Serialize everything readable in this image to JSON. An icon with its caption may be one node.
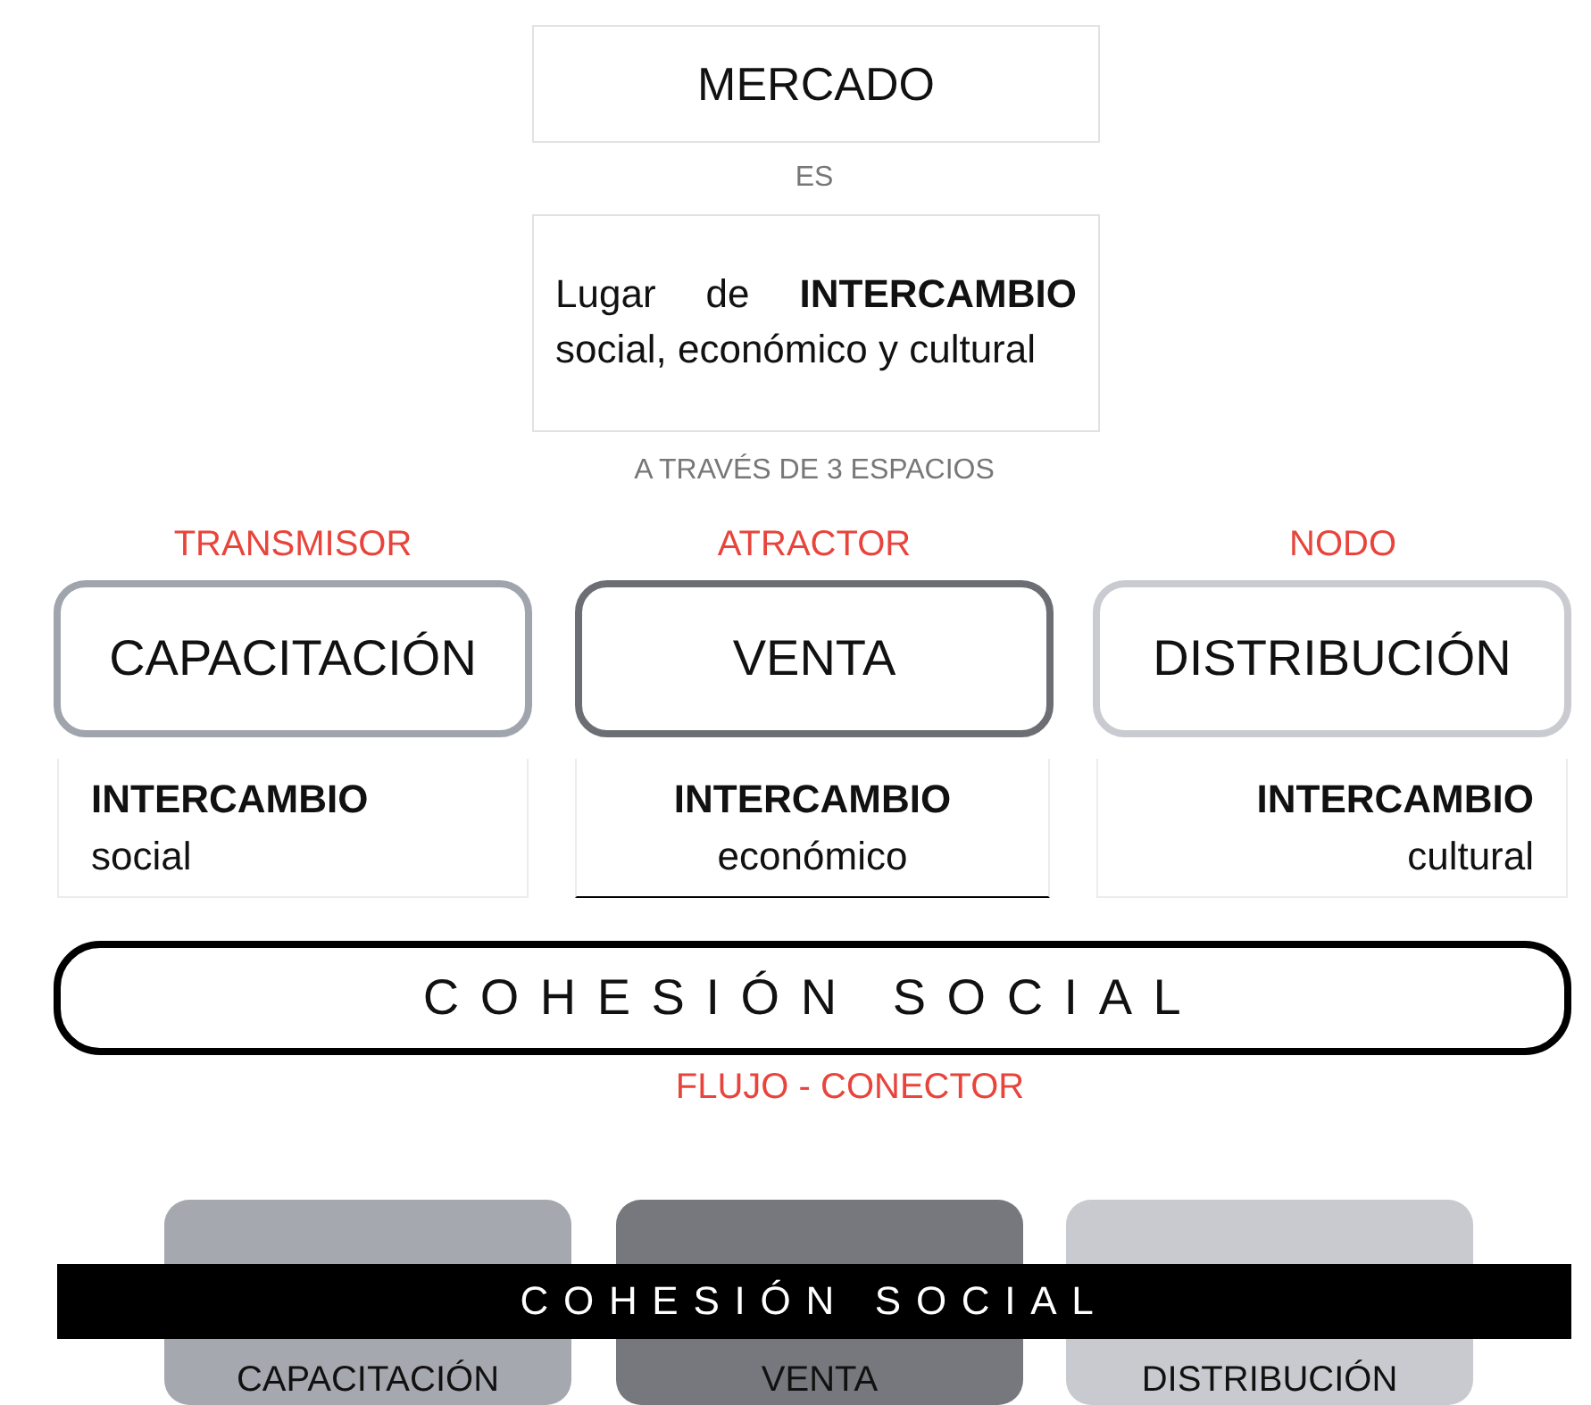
{
  "diagram": {
    "nodes": [
      {
        "text": [
          "MERCADO"
        ]
      },
      {
        "text": [
          "Lugar de **INTERCAMBIO** social, económico y cultural"
        ]
      },
      {
        "text": [
          "CAPACITACIÓN"
        ],
        "beside": [
          "TRANSMISOR"
        ]
      },
      {
        "text": [
          "VENTA"
        ],
        "beside": [
          "ATRACTOR"
        ]
      },
      {
        "text": [
          "DISTRIBUCIÓN"
        ],
        "beside": [
          "NODO"
        ]
      },
      {
        "text": [
          "INTERCAMBIO",
          "social"
        ]
      },
      {
        "text": [
          "INTERCAMBIO",
          "económico"
        ]
      },
      {
        "text": [
          "INTERCAMBIO",
          "cultural"
        ]
      },
      {
        "text": [
          "COHESIÓN SOCIAL"
        ],
        "beside": [
          "FLUJO - CONECTOR"
        ]
      },
      {
        "text": [],
        "shape": "box"
      },
      {
        "text": [],
        "shape": "box"
      },
      {
        "text": [],
        "shape": "box"
      },
      {
        "text": [
          "COHESIÓN SOCIAL"
        ]
      },
      {
        "text": [
          "CAPACITACIÓN"
        ]
      },
      {
        "text": [
          "VENTA"
        ]
      },
      {
        "text": [
          "DISTRIBUCIÓN"
        ]
      }
    ],
    "edges": [],
    "labels": [
      "ES",
      "A TRAVÉS DE 3 ESPACIOS"
    ]
  }
}
